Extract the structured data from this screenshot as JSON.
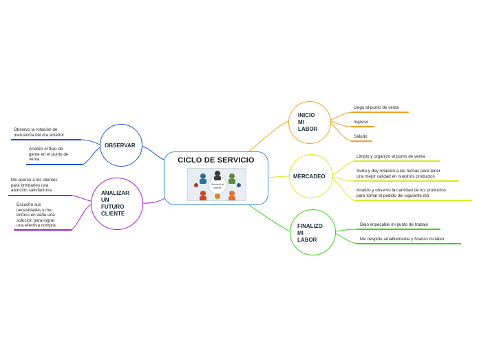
{
  "central": {
    "title": "CICLO DE SERVICIO",
    "image_caption": "Servicio al cliente"
  },
  "colors": {
    "central": "#3a8fd6",
    "observar": "#2050d8",
    "analizar": "#a020d8",
    "inicio": "#f5a020",
    "mercadeo": "#d8ec20",
    "finalizo": "#40d020"
  },
  "branches": {
    "observar": {
      "label": "OBSERVAR",
      "leaves": [
        "Observo la rotación de\nmercancía del día anterior",
        "Analizo el flujo de\ngente en el punto de\nventa"
      ]
    },
    "analizar": {
      "label": "ANALIZAR\nUN\nFUTURO\nCLIENTE",
      "leaves": [
        "Me acerco a los clientes\npara brindarles una\natención satisfactoria",
        "Escucho sus\nnecesidades y me\nenfoco en darle una\nsolución para lograr\nuna efectiva compra"
      ]
    },
    "inicio": {
      "label": "INICIO\nMI\nLABOR",
      "leaves": [
        "Llego al punto de venta",
        "Ingreso",
        "Saludo"
      ]
    },
    "mercadeo": {
      "label": "MERCADEO",
      "leaves": [
        "Limpio y organizo el punto de venta",
        "Surto y doy rotación a las fechas para tener\nuna mejor calidad en nuestros productos",
        "Analizo y observo la cantidad de los productos\npara tomar el pedido del siguiente día"
      ]
    },
    "finalizo": {
      "label": "FINALIZO\nMI\nLABOR",
      "leaves": [
        "Dejo impecable mi punto de trabajo",
        "Me despido amablemente y finalizo mi labor"
      ]
    }
  }
}
